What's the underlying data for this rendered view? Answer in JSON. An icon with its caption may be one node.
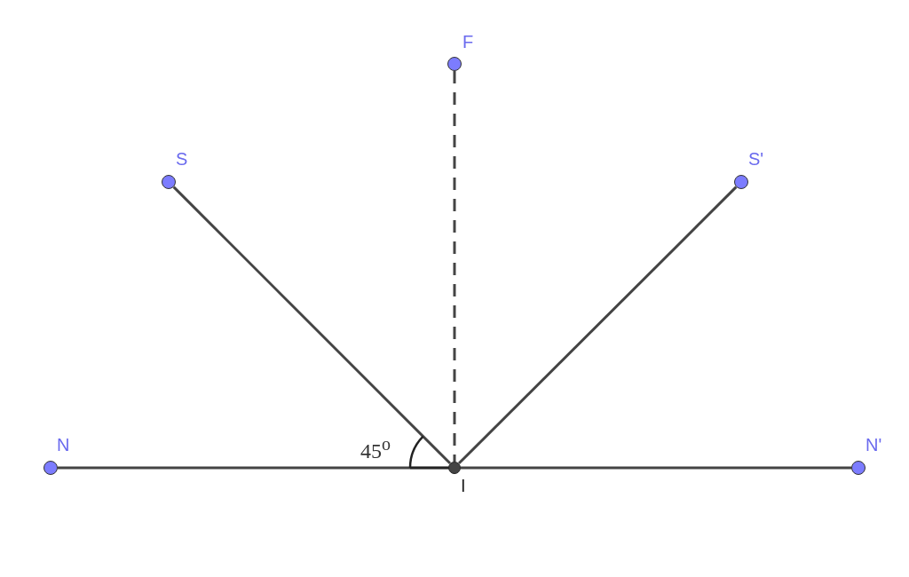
{
  "diagram": {
    "nodes": [
      {
        "text": [
          "F"
        ]
      },
      {
        "text": [
          "S"
        ]
      },
      {
        "text": [
          "S'"
        ]
      },
      {
        "text": [
          "N"
        ]
      },
      {
        "text": [
          "I"
        ]
      },
      {
        "text": [
          "N'"
        ]
      }
    ],
    "edges": [
      {
        "from": 1,
        "to": 4,
        "arrow": "none"
      },
      {
        "from": 0,
        "to": 4,
        "arrow": "none",
        "style": "dashed"
      },
      {
        "from": 2,
        "to": 4,
        "arrow": "none"
      },
      {
        "from": 3,
        "to": 4,
        "arrow": "none"
      },
      {
        "from": 4,
        "to": 5,
        "arrow": "none"
      }
    ],
    "labels": [
      "45$^{o}$"
    ]
  }
}
